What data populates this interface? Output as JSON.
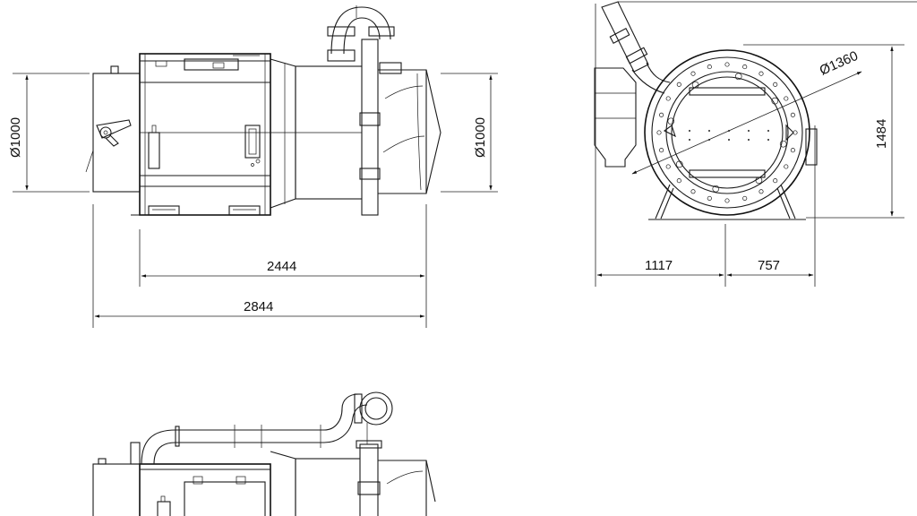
{
  "dimensions": {
    "side_left_diameter": "Ø1000",
    "side_right_diameter": "Ø1000",
    "inner_length": "2444",
    "total_length": "2844",
    "end_diameter": "Ø1360",
    "end_height": "1484",
    "end_left_offset": "1117",
    "end_right_offset": "757"
  }
}
